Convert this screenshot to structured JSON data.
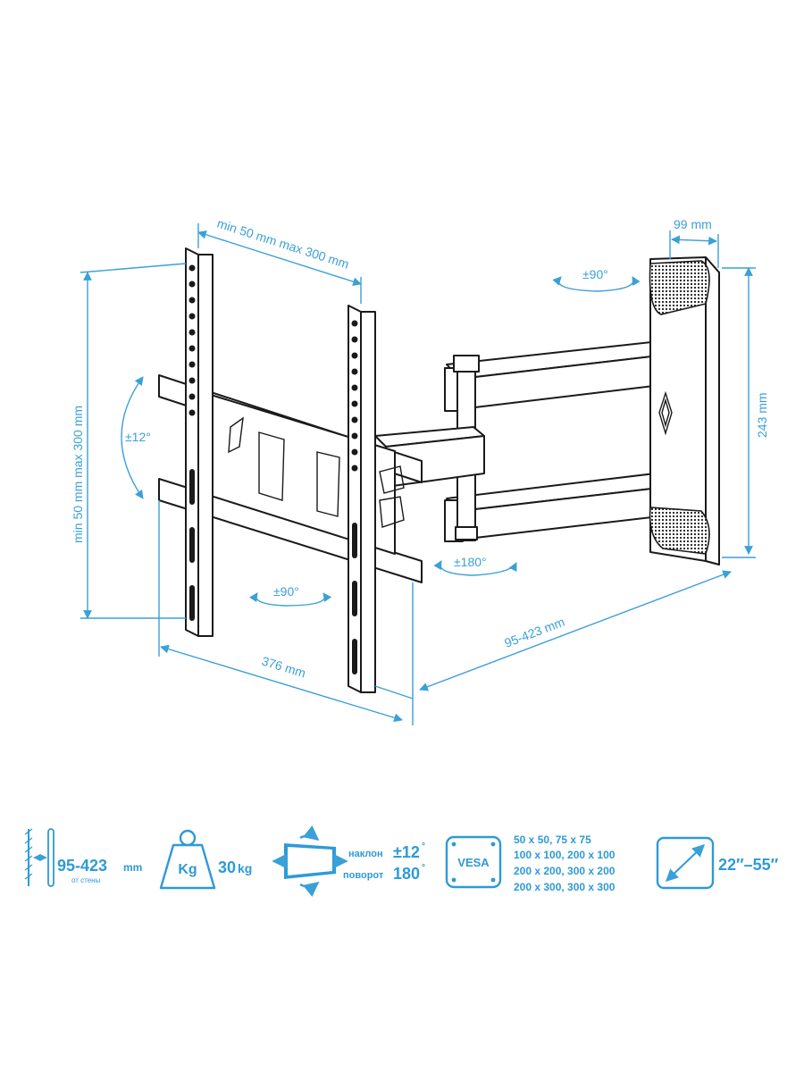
{
  "dimensions": {
    "plate_spacing": "min 50 mm max 300 mm",
    "plate_height": "min 50 mm max 300 mm",
    "wall_plate_depth": "99 mm",
    "wall_plate_height": "243 mm",
    "bracket_width": "376  mm",
    "wall_distance": "95-423 mm"
  },
  "rotations": {
    "tilt": "±12°",
    "swivel_bottom": "±90°",
    "swivel_top": "±90°",
    "rotate_arm": "±180°"
  },
  "specs": {
    "distance": {
      "value": "95-423",
      "unit": "mm",
      "note": "от стены"
    },
    "weight": {
      "icon_label": "Kg",
      "value": "30",
      "unit": "kg"
    },
    "tilt_swivel": {
      "tilt_label": "наклон",
      "tilt_value": "±12",
      "swivel_label": "поворот",
      "swivel_value": "180",
      "degree": "°"
    },
    "vesa": {
      "label": "VESA",
      "lines": [
        "50 x 50, 75 x 75",
        "100 x 100, 200 x 100",
        "200 x 200, 300 x 200",
        "200 x 300, 300 x 300"
      ]
    },
    "diagonal": "22″–55″"
  },
  "colors": {
    "accent": "#2e9ad6",
    "line": "#1a1a1a"
  }
}
